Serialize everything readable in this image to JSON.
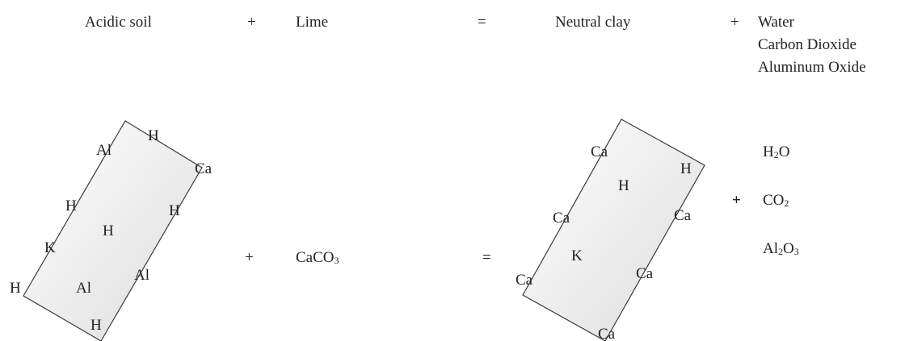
{
  "equation_words": {
    "reactant1": "Acidic soil",
    "plus1": "+",
    "reactant2": "Lime",
    "equals": "=",
    "product1": "Neutral clay",
    "plus2": "+",
    "products": [
      "Water",
      "Carbon Dioxide",
      "Aluminum Oxide"
    ]
  },
  "equation_formula": {
    "plus": "+",
    "lime_formula": {
      "base": "CaCO",
      "sub": "3"
    },
    "equals": "=",
    "plus_products": "+",
    "products": [
      {
        "parts": [
          {
            "t": "H"
          },
          {
            "s": "2"
          },
          {
            "t": "O"
          }
        ]
      },
      {
        "parts": [
          {
            "t": "CO"
          },
          {
            "s": "2"
          }
        ]
      },
      {
        "parts": [
          {
            "t": "Al"
          },
          {
            "s": "2"
          },
          {
            "t": "O"
          },
          {
            "s": "3"
          }
        ]
      }
    ]
  },
  "acidic_particle": {
    "ions": [
      "Al",
      "H",
      "Ca",
      "H",
      "H",
      "H",
      "K",
      "Al",
      "H",
      "Al",
      "H"
    ]
  },
  "neutral_particle": {
    "ions": [
      "Ca",
      "H",
      "H",
      "Ca",
      "Ca",
      "K",
      "Ca",
      "Ca",
      "Ca"
    ]
  },
  "colors": {
    "text": "#222222",
    "outline": "#3a3a3a",
    "fill_light": "#ffffff",
    "fill_dark": "#dcdcdc"
  }
}
